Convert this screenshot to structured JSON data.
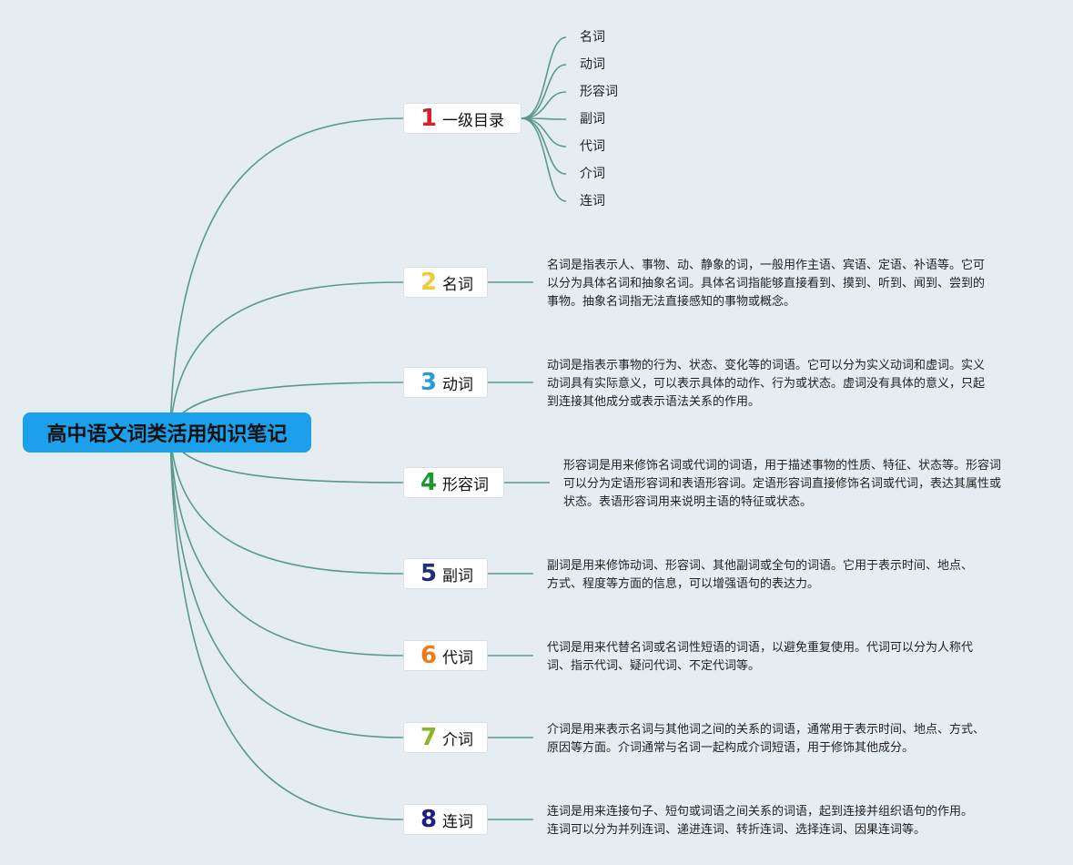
{
  "root": {
    "title": "高中语文词类活用知识笔记"
  },
  "topics": [
    {
      "num": "1",
      "label": "一级目录",
      "color": "#d6202a"
    },
    {
      "num": "2",
      "label": "名词",
      "color": "#f1c93a"
    },
    {
      "num": "3",
      "label": "动词",
      "color": "#2b9be0"
    },
    {
      "num": "4",
      "label": "形容词",
      "color": "#1a9a2a"
    },
    {
      "num": "5",
      "label": "副词",
      "color": "#1e2f78"
    },
    {
      "num": "6",
      "label": "代词",
      "color": "#f07a1a"
    },
    {
      "num": "7",
      "label": "介词",
      "color": "#8cb62a"
    },
    {
      "num": "8",
      "label": "连词",
      "color": "#1e1e80"
    }
  ],
  "subtopics": [
    "名词",
    "动词",
    "形容词",
    "副词",
    "代词",
    "介词",
    "连词"
  ],
  "descriptions": [
    "名词是指表示人、事物、动、静象的词，一般用作主语、宾语、定语、补语等。它可以分为具体名词和抽象名词。具体名词指能够直接看到、摸到、听到、闻到、尝到的事物。抽象名词指无法直接感知的事物或概念。",
    "动词是指表示事物的行为、状态、变化等的词语。它可以分为实义动词和虚词。实义动词具有实际意义，可以表示具体的动作、行为或状态。虚词没有具体的意义，只起到连接其他成分或表示语法关系的作用。",
    "形容词是用来修饰名词或代词的词语，用于描述事物的性质、特征、状态等。形容词可以分为定语形容词和表语形容词。定语形容词直接修饰名词或代词，表达其属性或状态。表语形容词用来说明主语的特征或状态。",
    "副词是用来修饰动词、形容词、其他副词或全句的词语。它用于表示时间、地点、方式、程度等方面的信息，可以增强语句的表达力。",
    "代词是用来代替名词或名词性短语的词语，以避免重复使用。代词可以分为人称代词、指示代词、疑问代词、不定代词等。",
    "介词是用来表示名词与其他词之间的关系的词语，通常用于表示时间、地点、方式、原因等方面。介词通常与名词一起构成介词短语，用于修饰其他成分。",
    "连词是用来连接句子、短句或词语之间关系的词语，起到连接并组织语句的作用。连词可以分为并列连词、递进连词、转折连词、选择连词、因果连词等。"
  ],
  "colors": {
    "background": "#e6edf2",
    "root_fill": "#1ca0eb",
    "connector": "#5a9a8a"
  }
}
